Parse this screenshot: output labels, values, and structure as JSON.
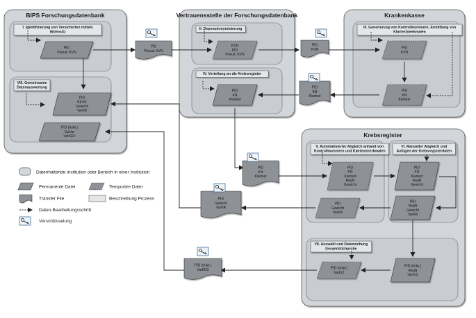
{
  "sections": {
    "bips": {
      "title": "BIPS Forschungsdatenbank"
    },
    "vertrauensstelle": {
      "title": "Vertrauensstelle der Forschungsdatenbank"
    },
    "krankenkasse": {
      "title": "Krankenkasse"
    },
    "krebsregister": {
      "title": "Krebsregister"
    }
  },
  "processes": {
    "p1": [
      "I. Identifizierung von Versicherten mittels",
      "Wohnsitz"
    ],
    "p2": [
      "II. Depseudonymisierung"
    ],
    "p3": [
      "III. Generierung von Kontrollnummern, Ermittlung von",
      "Klartextmerkmalen"
    ],
    "p4": [
      "IV. Verteilung an die Krebsregister"
    ],
    "p5": [
      "V. Automatisierter Abgleich anhand von",
      "Kontrollnummern und Klartextmerkmalen"
    ],
    "p6": [
      "VI. Manueller Abgleich und",
      "Anfügen der Krebsregisterdaten"
    ],
    "p7": [
      "VII. Auswahl und Datenziehung",
      "Gesamtstichprobe"
    ],
    "p8": [
      "VIII. Gemeinsame",
      "Datenauswertung"
    ]
  },
  "files": {
    "bips_in": [
      "PID",
      "Pseud. KVN"
    ],
    "bips_eval": [
      "PID",
      "EpVar",
      "Gewicht",
      "VarKR"
    ],
    "bips_eval2": [
      "PID (teilw.)",
      "EpVar",
      "VarKR2"
    ],
    "tf1": [
      "PID",
      "Pseud. KVN"
    ],
    "vs_dep": [
      "KVN",
      "PID",
      "Pseud. KVN"
    ],
    "tf2": [
      "PID",
      "KVN"
    ],
    "kk_pid": [
      "PID",
      "KVN"
    ],
    "kk_kn": [
      "PID",
      "KN",
      "Klartext"
    ],
    "tf3": [
      "PID",
      "KN",
      "Klartext"
    ],
    "vs_vert": [
      "PID",
      "KN",
      "Klartext"
    ],
    "tf4": [
      "PID",
      "KN",
      "Klartext"
    ],
    "kr_v": [
      "PID",
      "KN",
      "Klartext",
      "RegN",
      "Gewicht"
    ],
    "kr_vi": [
      "PID",
      "KN",
      "Klartext",
      "RegN",
      "Gewicht"
    ],
    "kr_gew": [
      "PID",
      "Gewicht",
      "VarKR"
    ],
    "kr_reg": [
      "PID",
      "RegN",
      "Gewicht",
      "VarKR"
    ],
    "tf5": [
      "PID",
      "Gewicht",
      "VarKR"
    ],
    "kr_vii1": [
      "PID (teilw.)",
      "VarKr2"
    ],
    "kr_vii2": [
      "PID (teilw.)",
      "RegN",
      "VarKr2"
    ],
    "tf6": [
      "PID (teilw.)",
      "VarKR2"
    ]
  },
  "legend": {
    "institution": "Datenhaltende Institution oder Bereich in einer Institution",
    "permanent": "Permanente Datei",
    "temporary": "Temporäre Datei",
    "transfer": "Transfer File",
    "process": "Beschreibung Prozess",
    "step": "Daten-Bearbeitungsschritt",
    "encryption": "Verschlüsselung"
  },
  "colors": {
    "institution_fill": "#d2d6da",
    "process_fill": "#e4e7ea",
    "shape_fill": "#8e9297",
    "key_fill": "#eef4f8",
    "key_stroke": "#2a5a8a"
  },
  "icons": [
    "key-icon",
    "arrow-icon",
    "dashed-arrow-icon"
  ]
}
